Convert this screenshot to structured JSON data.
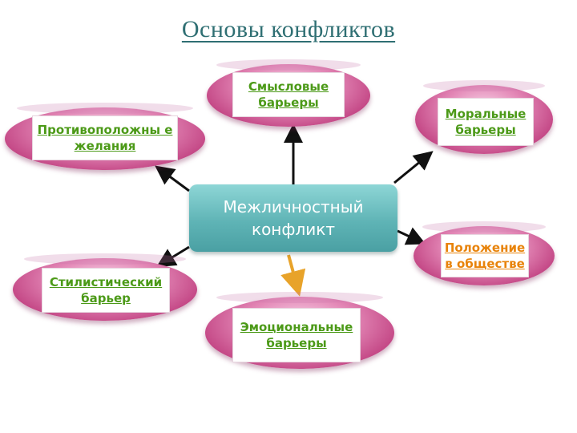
{
  "title": "Основы конфликтов",
  "center": {
    "label": "Межличностный конфликт"
  },
  "nodes": [
    {
      "id": "meaning",
      "label": "Смысловые барьеры"
    },
    {
      "id": "opposite",
      "label": "Противоположны е желания"
    },
    {
      "id": "moral",
      "label": "Моральные барьеры"
    },
    {
      "id": "status",
      "label": "Положение в обществе",
      "color": "#e8830a"
    },
    {
      "id": "style",
      "label": "Стилистический барьер"
    },
    {
      "id": "emotional",
      "label": "Эмоциональные барьеры"
    }
  ],
  "colors": {
    "title": "#2f6f73",
    "center": "#5fb4b6",
    "oval": "#c44886",
    "label_green": "#4c9a18",
    "label_orange": "#e8830a",
    "arrow_emotional": "#e8a32a"
  }
}
